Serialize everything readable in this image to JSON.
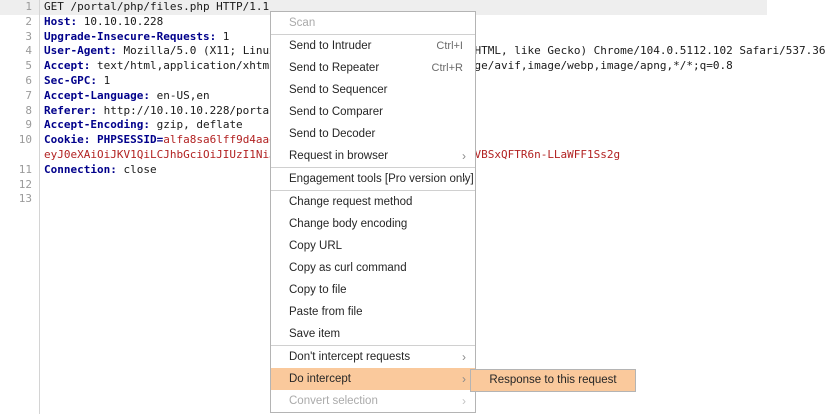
{
  "editor": {
    "line_numbers": [
      "1",
      "2",
      "3",
      "4",
      "5",
      "6",
      "7",
      "8",
      "9",
      "10",
      "11",
      "12",
      "13"
    ],
    "lines": [
      {
        "kind": "first",
        "text": "GET /portal/php/files.php HTTP/1.1",
        "highlighted": true
      },
      {
        "kind": "header",
        "key": "Host:",
        "value": " 10.10.10.228"
      },
      {
        "kind": "header",
        "key": "Upgrade-Insecure-Requests:",
        "value": " 1"
      },
      {
        "kind": "header",
        "key": "User-Agent:",
        "value": " Mozilla/5.0 (X11; Linux x86_64) AppleWebKit/537.36 (KHTML, like Gecko) Chrome/104.0.5112.102 Safari/537.36"
      },
      {
        "kind": "header",
        "key": "Accept:",
        "value": " text/html,application/xhtml+xml,application/xml;q=0.9,image/avif,image/webp,image/apng,*/*;q=0.8"
      },
      {
        "kind": "header",
        "key": "Sec-GPC:",
        "value": " 1"
      },
      {
        "kind": "header",
        "key": "Accept-Language:",
        "value": " en-US,en"
      },
      {
        "kind": "header",
        "key": "Referer:",
        "value": " http://10.10.10.228/portal/"
      },
      {
        "kind": "header",
        "key": "Accept-Encoding:",
        "value": " gzip, deflate"
      },
      {
        "kind": "cookie",
        "key": "Cookie:",
        "value": " PHPSESSID=",
        "red": "alfa8sa6lff9d4aaefe6bd"
      },
      {
        "kind": "wrap",
        "red": "eyJ0eXAiOiJKV1QiLCJhbGciOiJIUzI1NiJ9.eyJ9fQ.t1nEtTwdUbSnX9vgU4N-VVBSxQFTR6n-LLaWFF1Ss2g"
      },
      {
        "kind": "header",
        "key": "Connection:",
        "value": " close"
      },
      {
        "kind": "blank"
      },
      {
        "kind": "blank"
      }
    ]
  },
  "context_menu": {
    "items": [
      {
        "label": "Scan",
        "accel": "",
        "arrow": false,
        "disabled": true,
        "selected": false,
        "sep_after": true
      },
      {
        "label": "Send to Intruder",
        "accel": "Ctrl+I",
        "arrow": false,
        "disabled": false,
        "selected": false,
        "sep_after": false
      },
      {
        "label": "Send to Repeater",
        "accel": "Ctrl+R",
        "arrow": false,
        "disabled": false,
        "selected": false,
        "sep_after": false
      },
      {
        "label": "Send to Sequencer",
        "accel": "",
        "arrow": false,
        "disabled": false,
        "selected": false,
        "sep_after": false
      },
      {
        "label": "Send to Comparer",
        "accel": "",
        "arrow": false,
        "disabled": false,
        "selected": false,
        "sep_after": false
      },
      {
        "label": "Send to Decoder",
        "accel": "",
        "arrow": false,
        "disabled": false,
        "selected": false,
        "sep_after": false
      },
      {
        "label": "Request in browser",
        "accel": "",
        "arrow": true,
        "disabled": false,
        "selected": false,
        "sep_after": true
      },
      {
        "label": "Engagement tools [Pro version only]",
        "accel": "",
        "arrow": true,
        "disabled": false,
        "selected": false,
        "sep_after": true
      },
      {
        "label": "Change request method",
        "accel": "",
        "arrow": false,
        "disabled": false,
        "selected": false,
        "sep_after": false
      },
      {
        "label": "Change body encoding",
        "accel": "",
        "arrow": false,
        "disabled": false,
        "selected": false,
        "sep_after": false
      },
      {
        "label": "Copy URL",
        "accel": "",
        "arrow": false,
        "disabled": false,
        "selected": false,
        "sep_after": false
      },
      {
        "label": "Copy as curl command",
        "accel": "",
        "arrow": false,
        "disabled": false,
        "selected": false,
        "sep_after": false
      },
      {
        "label": "Copy to file",
        "accel": "",
        "arrow": false,
        "disabled": false,
        "selected": false,
        "sep_after": false
      },
      {
        "label": "Paste from file",
        "accel": "",
        "arrow": false,
        "disabled": false,
        "selected": false,
        "sep_after": false
      },
      {
        "label": "Save item",
        "accel": "",
        "arrow": false,
        "disabled": false,
        "selected": false,
        "sep_after": true
      },
      {
        "label": "Don't intercept requests",
        "accel": "",
        "arrow": true,
        "disabled": false,
        "selected": false,
        "sep_after": false
      },
      {
        "label": "Do intercept",
        "accel": "",
        "arrow": true,
        "disabled": false,
        "selected": true,
        "sep_after": false
      },
      {
        "label": "Convert selection",
        "accel": "",
        "arrow": true,
        "disabled": true,
        "selected": false,
        "sep_after": false
      }
    ],
    "arrow_glyph": "›"
  },
  "submenu": {
    "items": [
      {
        "label": "Response to this request",
        "selected": true
      }
    ]
  },
  "colors": {
    "highlight_orange": "#fac99c",
    "header_key_blue": "#00008b",
    "cookie_red": "#b22222",
    "line_highlight_gray": "#eeeeee",
    "menu_border": "#b4b4b4"
  }
}
